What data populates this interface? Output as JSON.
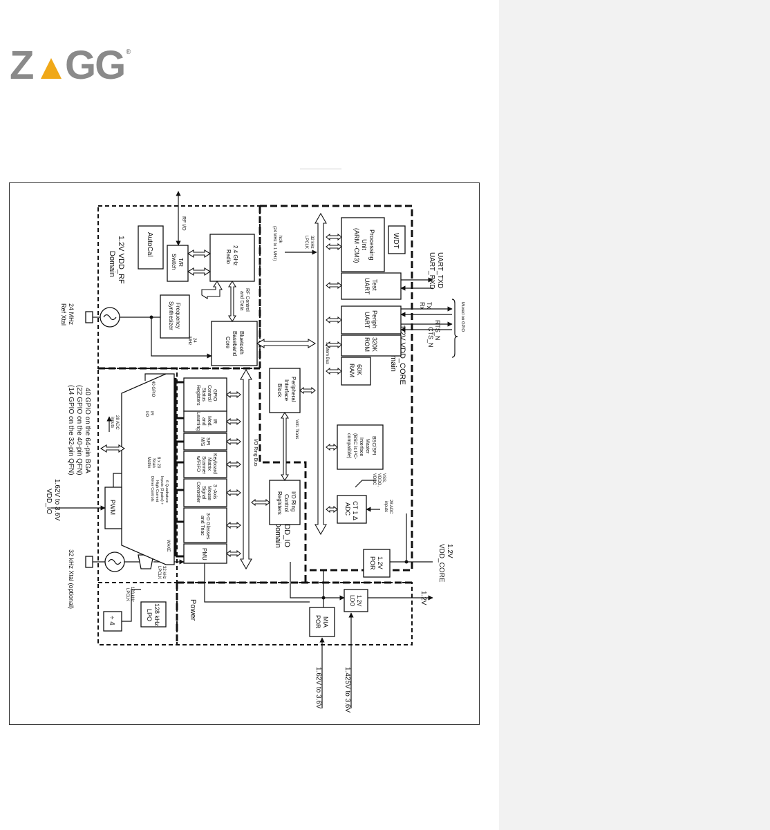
{
  "logo": {
    "text": "ZAGG",
    "registered": "®",
    "accent_color": "#f0a818",
    "text_color": "#8a8a8a"
  },
  "diagram": {
    "domains": {
      "rf": [
        "1.2V VDD_RF",
        "Domain"
      ],
      "core": [
        "1.2V VDD_CORE",
        "Domain"
      ],
      "io": [
        "VDD_IO",
        "Domain"
      ],
      "power": "Power"
    },
    "blocks": {
      "autocal": "AutoCal",
      "tr_switch": [
        "T/R",
        "Switch"
      ],
      "radio": [
        "2.4 GHz",
        "Radio"
      ],
      "freq_synth": [
        "Frequency",
        "Synthesizer"
      ],
      "bt_core": [
        "Bluetooth",
        "Baseband",
        "Core"
      ],
      "wdt": "WDT",
      "proc_unit": [
        "Processing",
        "Unit",
        "(ARM -CM3)"
      ],
      "test_uart": [
        "Test",
        "UART"
      ],
      "periph_uart": [
        "Periph",
        "UART"
      ],
      "rom": [
        "320K",
        "ROM"
      ],
      "ram": [
        "60K",
        "RAM"
      ],
      "pib": [
        "Peripheral",
        "Interface",
        "Block"
      ],
      "bsc": [
        "BSC/SPI",
        "Master",
        "Interface",
        "(BSC is I²C-",
        "compatible)"
      ],
      "io_ring": [
        "I/O Ring",
        "Control",
        "Registers"
      ],
      "adc": [
        "CT 1 Δ",
        "ADC"
      ],
      "por": [
        "1.2V",
        "POR"
      ],
      "ldo": [
        "1.2V",
        "LDO"
      ],
      "mia_por": [
        "MIA",
        "POR"
      ],
      "pwm": "PWM",
      "lpo": [
        "128 kHz",
        "LPO"
      ],
      "div4": "÷ 4",
      "gpio": [
        "GPIO",
        "Control/",
        "Status",
        "Registers"
      ],
      "ir": [
        "IR",
        "Mod.",
        "and",
        "Learning"
      ],
      "spi": [
        "SPI",
        "M/S"
      ],
      "keyboard": [
        "Keyboard",
        "Matrix",
        "Scanner",
        "w/FIFO"
      ],
      "mouse": [
        "3 -Axis",
        "Mouse",
        "Signal",
        "Controller"
      ],
      "glasses": [
        "3-D Glasses",
        "and Triac"
      ],
      "pmu": "PMU"
    },
    "labels": {
      "rf_io": "RF I/O",
      "rf_ctrl": [
        "RF Control",
        "and Data"
      ],
      "mhz24": [
        "24",
        "MHz"
      ],
      "ref_xtal": [
        "24 MHz",
        "Ref Xtal"
      ],
      "hclk": [
        "hclk",
        "(24 MHz to 1 MHz)"
      ],
      "lpclk32": [
        "32 kHz",
        "LPCLK"
      ],
      "system_bus": "System Bus",
      "volt_trans": "Volt. Trans",
      "io_ring_bus": "I/O Ring Bus",
      "uart_txd": "UART_TXD",
      "uart_rxd": "UART_RXD",
      "tx": "Tx",
      "rx": "Rx",
      "rts": "RTS_N",
      "cts": "CTS_N",
      "muxed": "Muxed on GPIO",
      "adc_inputs_top": [
        "28 ADC",
        "inputs"
      ],
      "vss": [
        "VSS,",
        "VDDO,",
        "VDDC"
      ],
      "vdd_core_label": "VDD_CORE",
      "v12_a": "1.2V",
      "v12_b": "1.2V",
      "v142": "1.425V to 3.6V",
      "v162a": "1.62V to 3.6V",
      "v162b": "1.62V to 3.6V",
      "vdd_io": "VDD_IO",
      "gpio_bga": "40 GPIO on the 64-pin BGA",
      "gpio_qfn40": "(22 GPIO on the 40-pin QFN)",
      "gpio_qfn32": "(14 GPIO on the 32-pin QFN)",
      "gpio40": "40 GPIO",
      "bpins": "8 x 20",
      "scan": [
        "Scan",
        "Matrix"
      ],
      "quad": [
        "6 Quadrature",
        "Inputs (3 pairs) +",
        "High Current",
        "Driver Controls"
      ],
      "io_label": [
        "IR",
        "I/O"
      ],
      "adc_inputs_left": [
        "28 ADC",
        "inputs"
      ],
      "wake": "WAKE",
      "lpclk_pmu": [
        "32 kHz",
        "LPCLK"
      ],
      "lpclk128": [
        "128 kHz",
        "LPCLK"
      ],
      "xtal32": "32 kHz Xtal (optional)"
    }
  }
}
